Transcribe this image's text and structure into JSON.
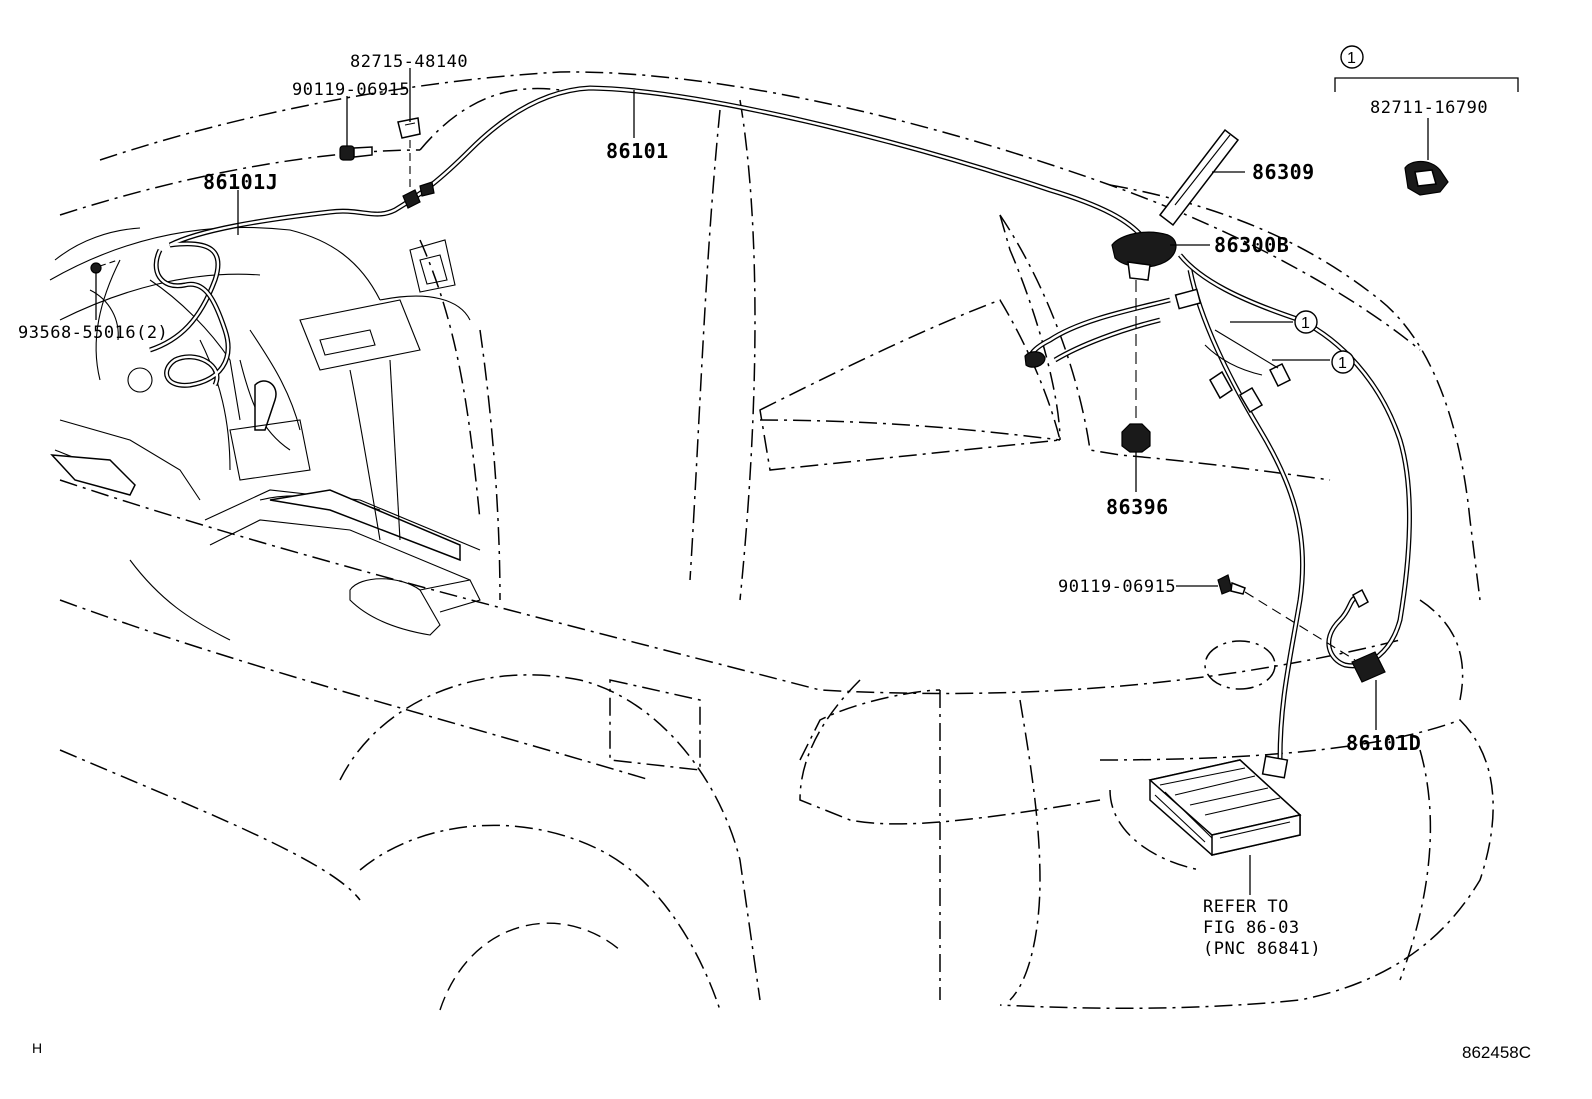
{
  "diagram": {
    "labels": {
      "p82715": "82715-48140",
      "p90119_top": "90119-06915",
      "p86101": "86101",
      "p86101J": "86101J",
      "p93568": "93568-55016(2)",
      "p86309": "86309",
      "p86300B": "86300B",
      "p86396": "86396",
      "p90119_right": "90119-06915",
      "p86101D": "86101D",
      "p82711": "82711-16790",
      "refer_line1": "REFER TO",
      "refer_line2": "FIG 86-03",
      "refer_line3": "(PNC 86841)"
    },
    "callout_number": "1",
    "corner_left": "H",
    "corner_right": "862458C"
  }
}
